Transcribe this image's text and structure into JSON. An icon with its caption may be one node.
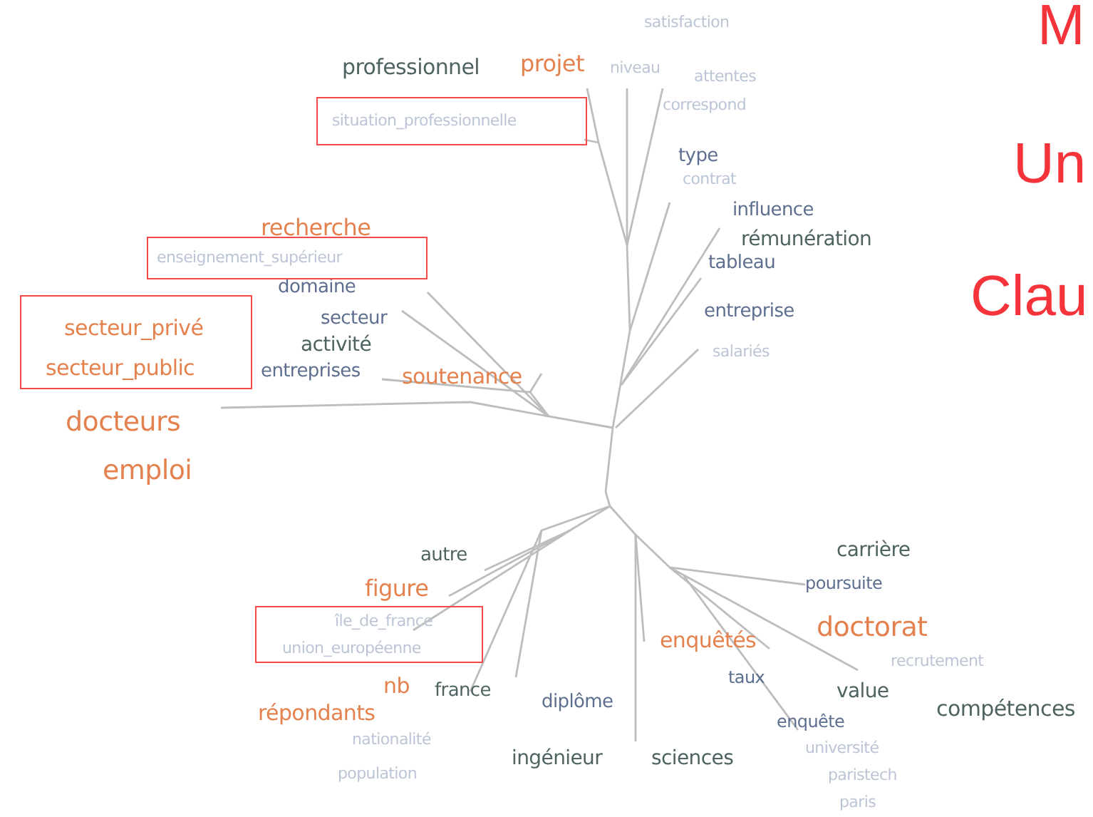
{
  "diagram": {
    "nodes": [
      {
        "text": [
          "situation_professionnelle"
        ]
      },
      {
        "text": [
          "enseignement_supérieur"
        ]
      },
      {
        "text": [
          "secteur_privé",
          "secteur_public"
        ]
      },
      {
        "text": [
          "île_de_france",
          "union_européenne"
        ]
      }
    ],
    "labels": [
      "M",
      "satisfaction",
      "professionnel",
      "projet",
      "niveau",
      "attentes",
      "correspond",
      "type",
      "Un",
      "contrat",
      "influence",
      "recherche",
      "rémunération",
      "tableau",
      "domaine",
      "Clau",
      "entreprise",
      "secteur",
      "activité",
      "salariés",
      "entreprises",
      "soutenance",
      "docteurs",
      "emploi",
      "carrière",
      "autre",
      "poursuite",
      "figure",
      "doctorat",
      "enquêtés",
      "recrutement",
      "taux",
      "nb",
      "france",
      "value",
      "diplôme",
      "compétences",
      "répondants",
      "enquête",
      "nationalité",
      "université",
      "ingénieur",
      "sciences",
      "population",
      "paristech",
      "paris"
    ]
  }
}
